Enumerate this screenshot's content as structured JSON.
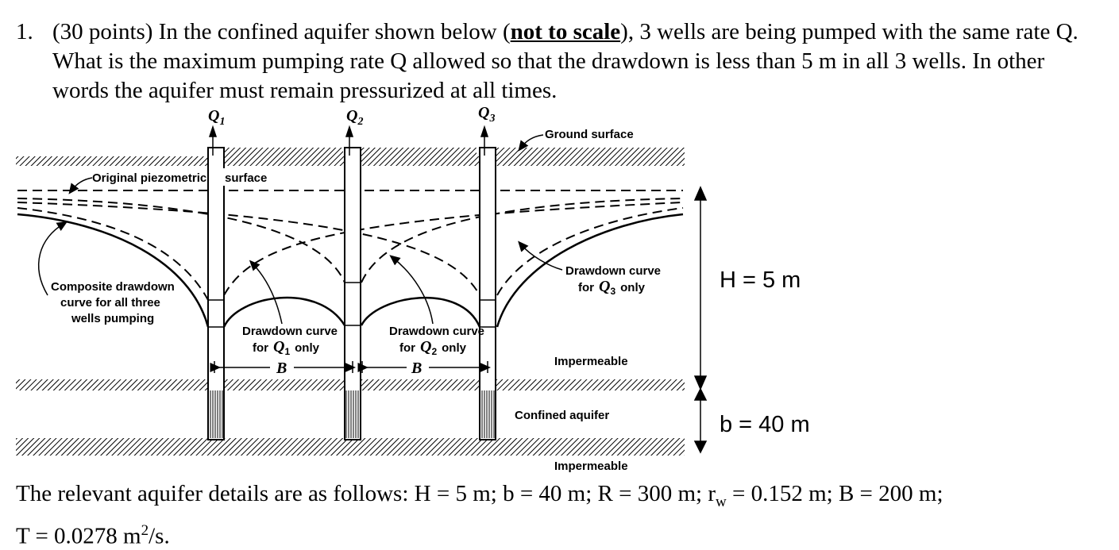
{
  "problem": {
    "number": "1.",
    "points": "(30 points)",
    "text_1": " In the confined aquifer shown below (",
    "emphasis": "not to scale",
    "text_2": "), 3 wells are being pumped with the same rate Q. What is the maximum pumping rate Q allowed so that the drawdown is less than 5 m in all 3 wells. In other words the aquifer must remain pressurized at all times."
  },
  "diagram": {
    "wells": [
      {
        "label": "Q",
        "sub": "1"
      },
      {
        "label": "Q",
        "sub": "2"
      },
      {
        "label": "Q",
        "sub": "3"
      }
    ],
    "labels": {
      "ground_surface": "Ground surface",
      "original_piezometric": "Original piezometric",
      "surface": "surface",
      "composite_1": "Composite drawdown",
      "composite_2": "curve for all three",
      "composite_3": "wells pumping",
      "dd_q1_line1": "Drawdown curve",
      "dd_q1_line2": "for",
      "dd_q2_line1": "Drawdown curve",
      "dd_q2_line2": "for",
      "dd_q3_line1": "Drawdown curve",
      "dd_q3_line2": "for",
      "only": "only",
      "b_spacing": "B",
      "impermeable_top": "Impermeable",
      "confined_aquifer": "Confined aquifer",
      "impermeable_bottom": "Impermeable",
      "H": "H = 5 m",
      "b": "b = 40 m"
    }
  },
  "details": {
    "line1_a": "The relevant aquifer details are as follows: H = 5 m; b = 40 m; R = 300 m; r",
    "line1_sub": "w",
    "line1_b": " = 0.152 m; B = 200 m;",
    "line2_a": "T = 0.0278 m",
    "line2_sup": "2",
    "line2_b": "/s."
  }
}
